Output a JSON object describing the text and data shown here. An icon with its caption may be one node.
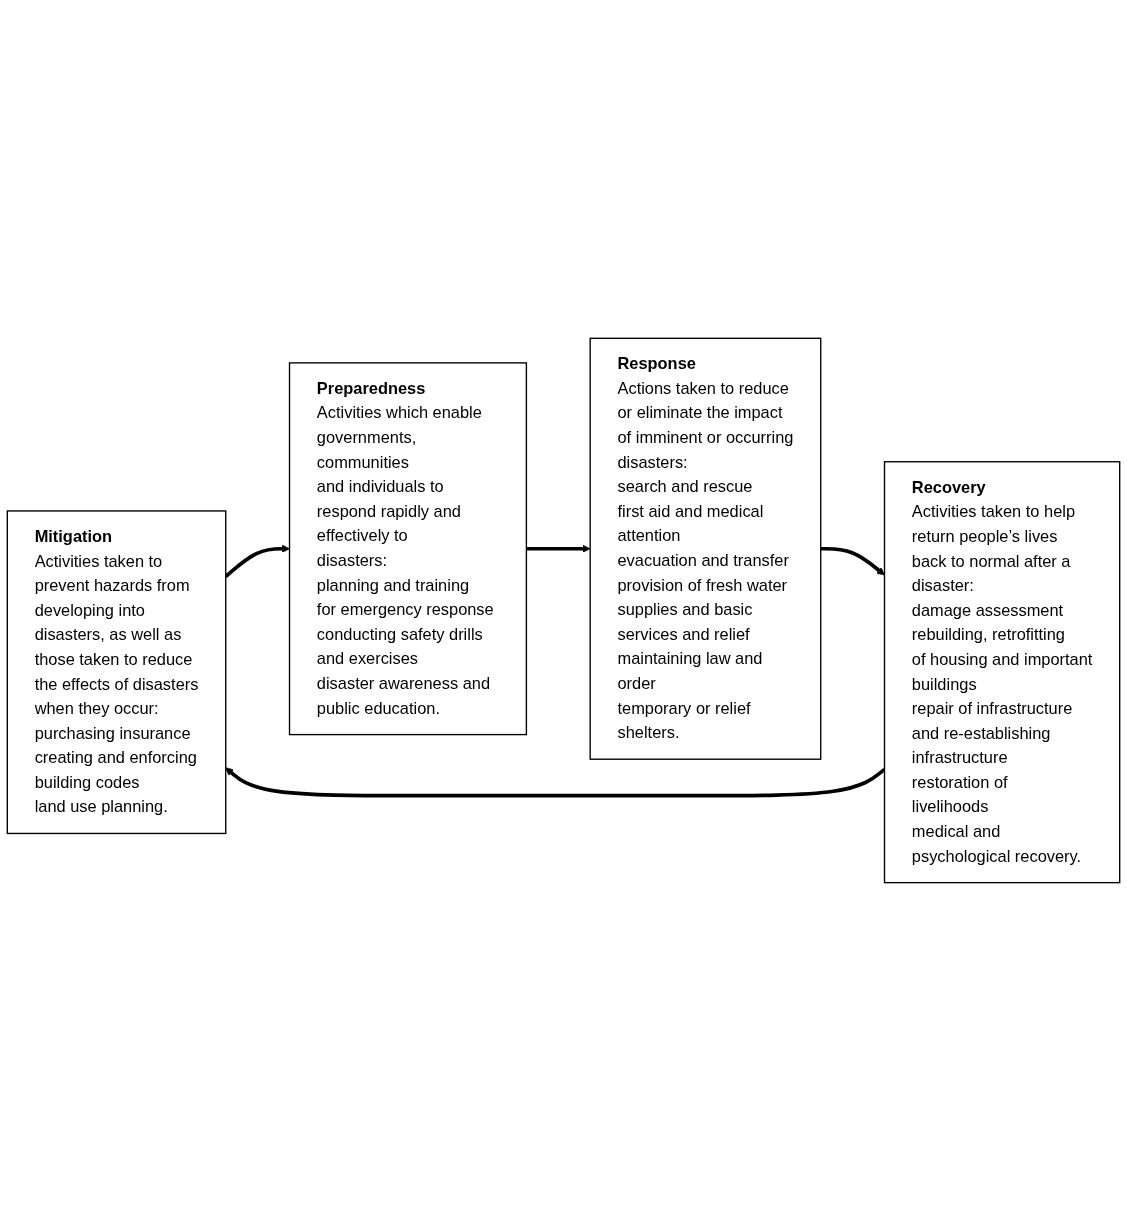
{
  "diagram": {
    "nodes": [
      {
        "text": [
          "Mitigation",
          "Activities taken to prevent hazards from developing into disasters, as well as those taken to reduce the effects of disasters when they occur:",
          "purchasing insurance",
          "creating and enforcing building codes",
          "land use planning."
        ]
      },
      {
        "text": [
          "Preparedness",
          "Activities which enable governments, communities and individuals to respond rapidly and effectively to disasters:",
          "planning and training for emergency response",
          "conducting safety drills and exercises",
          "disaster awareness and public education."
        ]
      },
      {
        "text": [
          "Response",
          "Actions taken to reduce or eliminate the impact of imminent or occurring disasters:",
          "search and rescue",
          "first aid and medical attention",
          "evacuation and transfer",
          "provision of fresh water supplies and basic services and relief",
          "maintaining law and order",
          "temporary or relief shelters."
        ]
      },
      {
        "text": [
          "Recovery",
          "Activities taken to help return people’s lives back to normal after a disaster:",
          "damage assessment",
          "rebuilding, retrofitting of housing and important buildings",
          "repair of infrastructure and re-establishing infrastructure",
          "restoration of livelihoods",
          "medical and psychological recovery."
        ]
      }
    ],
    "edges": [
      {
        "from": 0,
        "to": 1,
        "arrow": "to"
      },
      {
        "from": 1,
        "to": 2,
        "arrow": "to"
      },
      {
        "from": 2,
        "to": 3,
        "arrow": "to"
      },
      {
        "from": 3,
        "to": 0,
        "arrow": "to"
      }
    ]
  }
}
